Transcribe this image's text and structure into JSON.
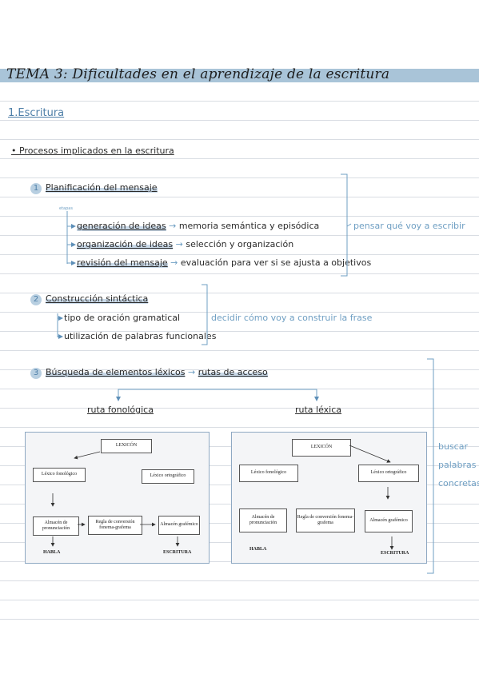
{
  "title": "TEMA 3: Dificultades en el aprendizaje de la escritura",
  "section": "1.Escritura",
  "processes": "• Procesos implicados en la escritura",
  "step1": {
    "num": "1",
    "label": "Planificación del mensaje",
    "tiny": "etapas",
    "items": [
      {
        "term": "generación de ideas",
        "arrow": "→",
        "desc": "memoria semántica y episódica"
      },
      {
        "term": "organización de ideas",
        "arrow": "→",
        "desc": "selección y organización"
      },
      {
        "term": "revisión del mensaje",
        "arrow": "→",
        "desc": "evaluación para ver si se ajusta a objetivos"
      }
    ],
    "note": "pensar qué voy a escribir"
  },
  "step2": {
    "num": "2",
    "label": "Construcción sintáctica",
    "items": [
      "tipo de oración gramatical",
      "utilización de palabras funcionales"
    ],
    "note": "decidir cómo voy a construir la frase"
  },
  "step3": {
    "num": "3",
    "label": "Búsqueda de elementos léxicos",
    "arrow": "→",
    "label2": "rutas de acceso",
    "route_left": "ruta fonológica",
    "route_right": "ruta léxica",
    "note": [
      "buscar",
      "palabras",
      "concretas"
    ]
  },
  "diagram_left": {
    "lexicon": "LEXICÓN",
    "fono": "Léxico fonológico",
    "orto": "Léxico ortográfico",
    "almacen_pron": "Almacén de pronunciación",
    "regla": "Regla de conversión fonema-grafema",
    "almacen_graf": "Almacén grafémico",
    "habla": "HABLA",
    "escritura": "ESCRITURA"
  },
  "diagram_right": {
    "lexicon": "LEXICÓN",
    "fono": "Léxico fonológico",
    "orto": "Léxico ortográfico",
    "almacen_pron": "Almacén de pronunciación",
    "regla": "Regla de conversión fonema-grafema",
    "almacen_graf": "Almacén grafémico",
    "habla": "HABLA",
    "escritura": "ESCRITURA"
  }
}
